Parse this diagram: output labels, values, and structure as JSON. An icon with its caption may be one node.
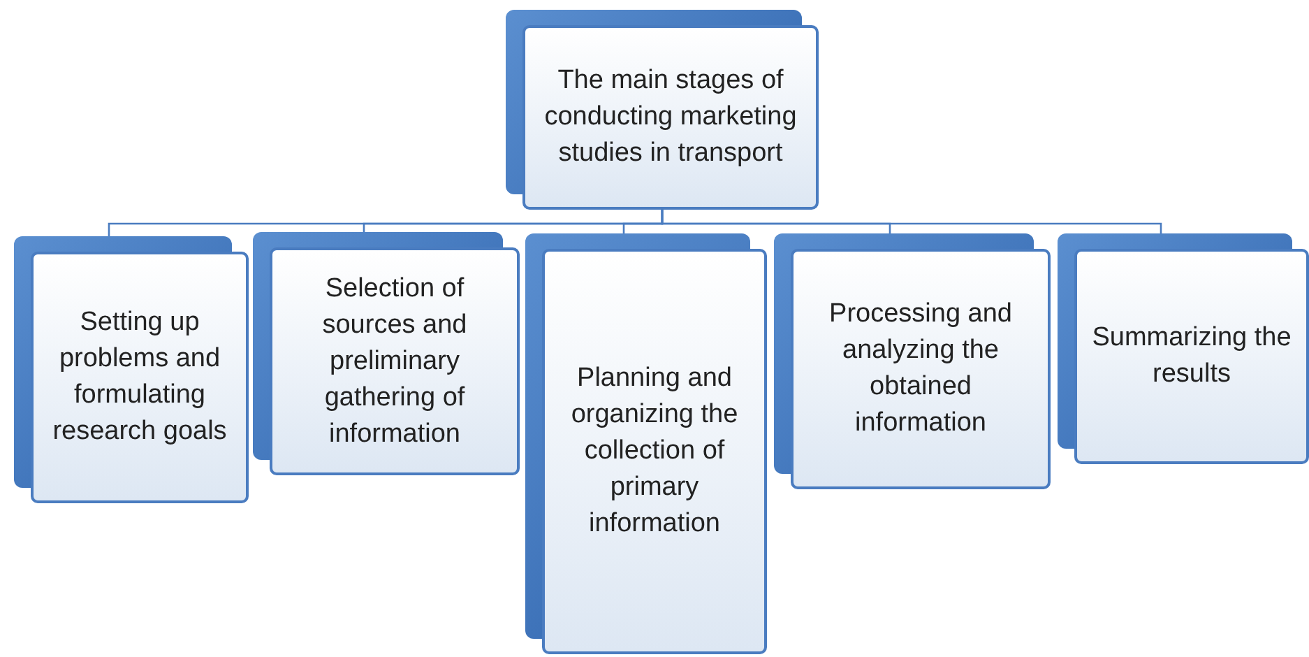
{
  "diagram": {
    "nodes": [
      {
        "text": [
          "The main stages of conducting marketing studies in transport"
        ]
      },
      {
        "text": [
          "Setting up problems and formulating research goals"
        ]
      },
      {
        "text": [
          "Selection of sources and preliminary gathering of information"
        ]
      },
      {
        "text": [
          "Planning and organizing the collection of primary information"
        ]
      },
      {
        "text": [
          "Processing and analyzing the obtained information"
        ]
      },
      {
        "text": [
          "Summarizing the results"
        ]
      }
    ],
    "edges": [
      {
        "from": 0,
        "to": 1,
        "arrow": "none"
      },
      {
        "from": 0,
        "to": 2,
        "arrow": "none"
      },
      {
        "from": 0,
        "to": 3,
        "arrow": "none"
      },
      {
        "from": 0,
        "to": 4,
        "arrow": "none"
      },
      {
        "from": 0,
        "to": 5,
        "arrow": "none"
      }
    ]
  }
}
